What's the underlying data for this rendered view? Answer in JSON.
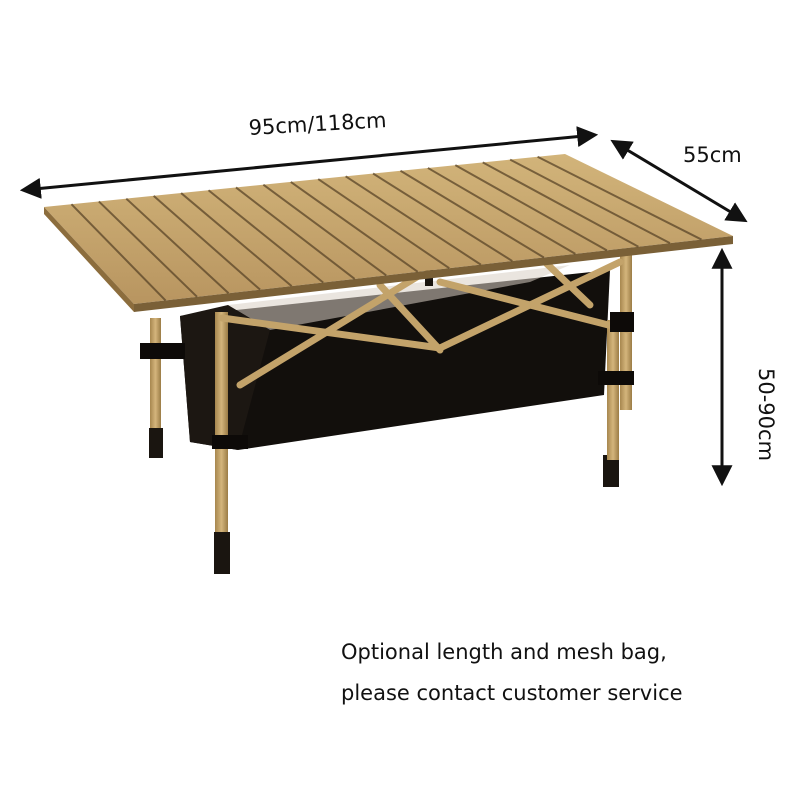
{
  "dimensions": {
    "length": "95cm/118cm",
    "width": "55cm",
    "height": "50-90cm"
  },
  "note": {
    "line1": "Optional length and mesh bag,",
    "line2": "please contact customer service"
  },
  "colors": {
    "tabletop": "#c9a86a",
    "slat_gap": "#4a3a22",
    "leg": "#c3a36a",
    "bag": "#100d0a",
    "arrow": "#111111"
  }
}
